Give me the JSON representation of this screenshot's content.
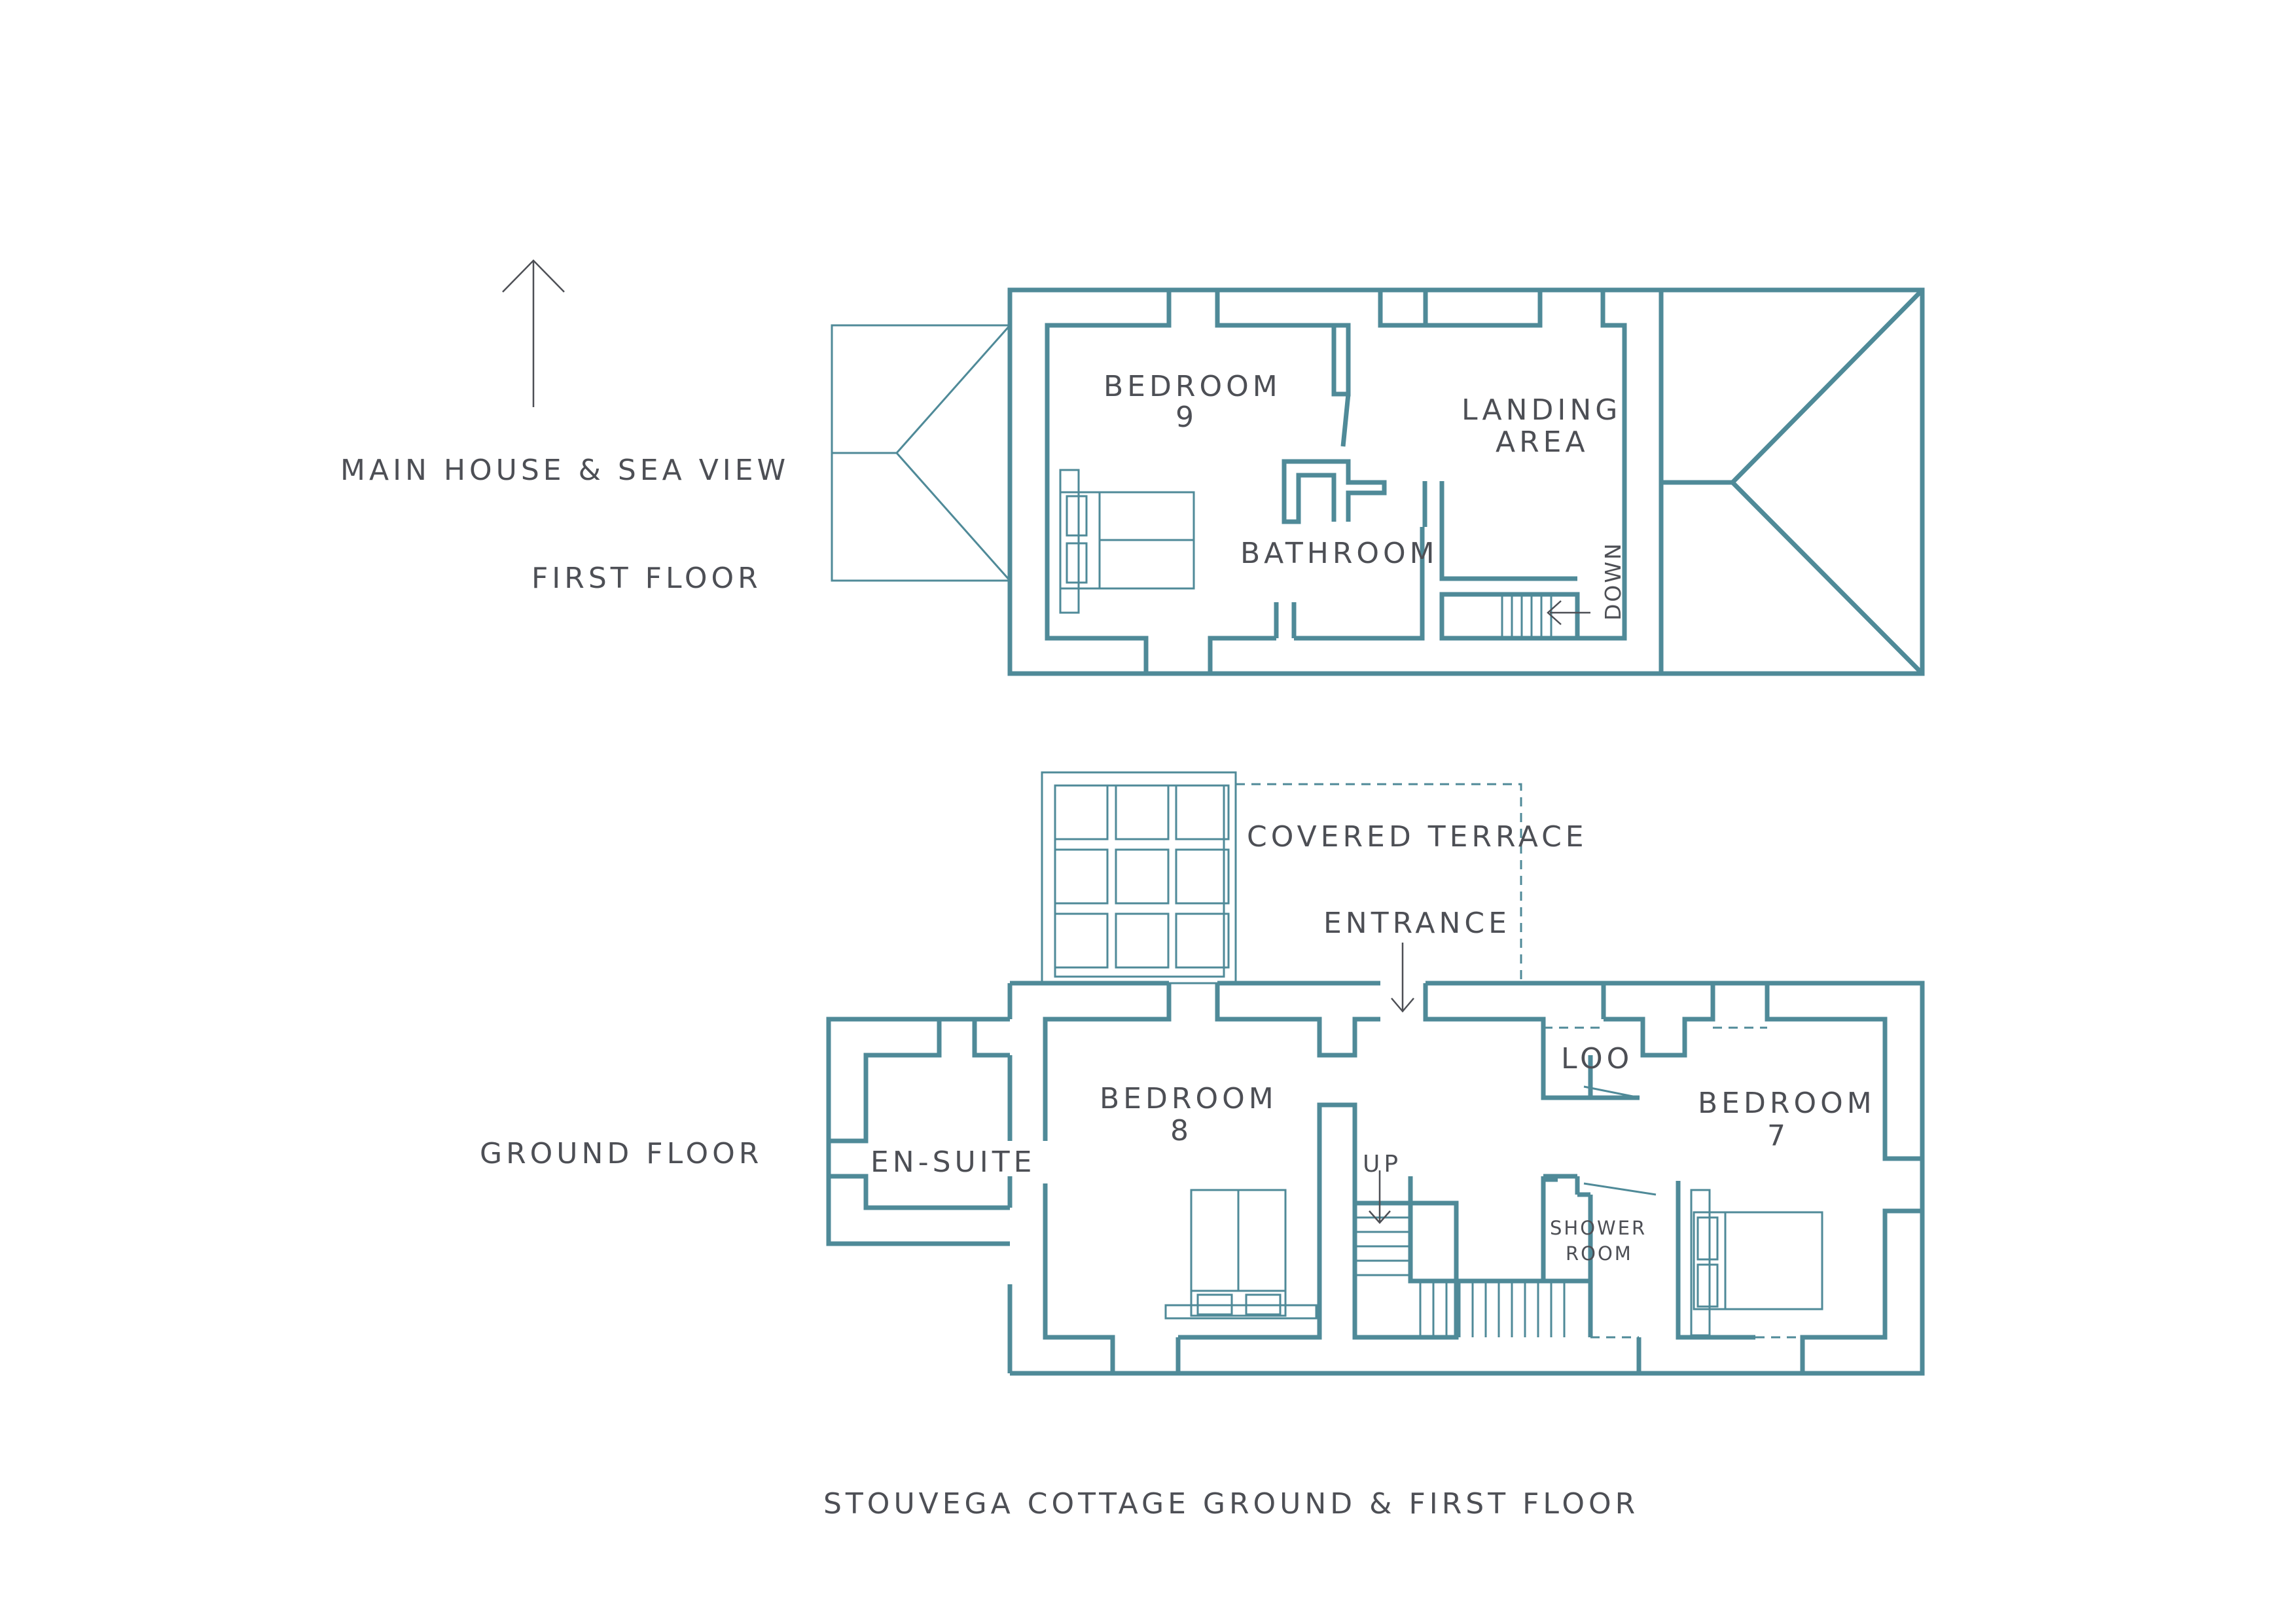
{
  "title": "STOUVEGA COTTAGE GROUND & FIRST FLOOR",
  "orientation_label": "MAIN HOUSE & SEA VIEW",
  "floors": {
    "first": {
      "label": "FIRST FLOOR",
      "rooms": {
        "bedroom9_line1": "BEDROOM",
        "bedroom9_line2": "9",
        "landing_line1": "LANDING",
        "landing_line2": "AREA",
        "bathroom": "BATHROOM",
        "stairs": "DOWN"
      }
    },
    "ground": {
      "label": "GROUND FLOOR",
      "rooms": {
        "covered_terrace": "COVERED TERRACE",
        "entrance": "ENTRANCE",
        "bedroom8_line1": "BEDROOM",
        "bedroom8_line2": "8",
        "loo": "LOO",
        "bedroom7_line1": "BEDROOM",
        "bedroom7_line2": "7",
        "ensuite": "EN-SUITE",
        "stairs": "UP",
        "shower_line1": "SHOWER",
        "shower_line2": "ROOM"
      }
    }
  },
  "colors": {
    "wall": "#4f8a98",
    "text": "#4d4f55",
    "background": "#ffffff"
  }
}
